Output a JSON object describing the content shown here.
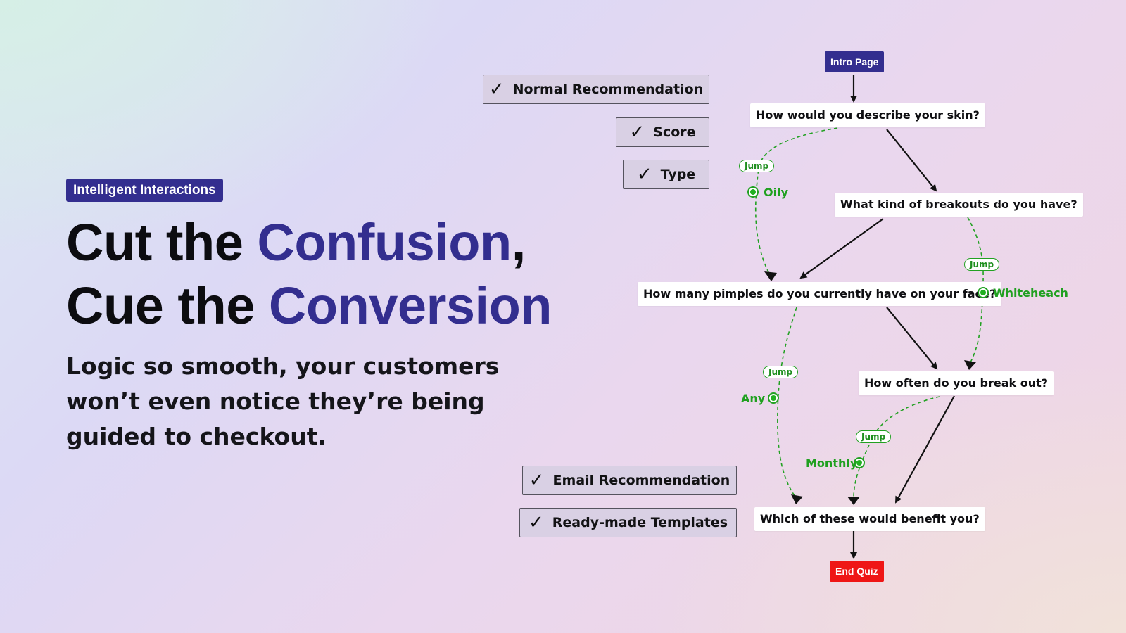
{
  "hero": {
    "badge": "Intelligent Interactions",
    "headline_line1_plain": "Cut the ",
    "headline_line1_accent": "Confusion",
    "headline_line1_tail": ",",
    "headline_line2_plain": "Cue the ",
    "headline_line2_accent": "Conversion",
    "subcopy": "Logic so smooth, your customers won’t even notice they’re being guided to checkout."
  },
  "features": [
    {
      "label": "Normal Recommendation"
    },
    {
      "label": "Score"
    },
    {
      "label": "Type"
    },
    {
      "label": "Email Recommendation"
    },
    {
      "label": "Ready-made Templates"
    }
  ],
  "flow": {
    "start": "Intro Page",
    "end": "End Quiz",
    "questions": [
      "How would you describe your skin?",
      "What kind of breakouts do you have?",
      "How many pimples do you currently have on your face?",
      "How often do you break out?",
      "Which of these would benefit you?"
    ],
    "jump_label": "Jump",
    "conditions": [
      "Oily",
      "Whiteheach",
      "Any",
      "Monthly"
    ]
  },
  "colors": {
    "brand": "#332e8f",
    "jump_green": "#22a122",
    "end_red": "#ef1616",
    "check_icon": "check-icon"
  }
}
